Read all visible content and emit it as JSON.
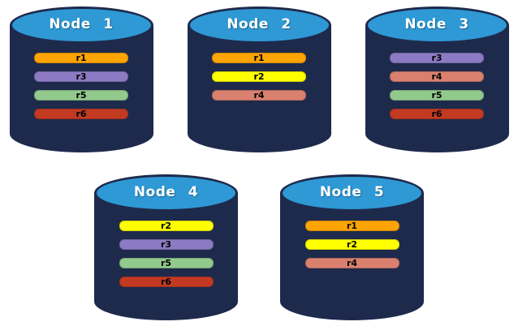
{
  "diagram": {
    "description": "Five database nodes with replicated records r1-r6 distributed across them",
    "background": "#ffffff"
  },
  "colors": {
    "cylinder_body": "#1E2A4C",
    "cylinder_top": "#2E99D5",
    "cylinder_outline": "#1E2A4C",
    "title_text": "#ffffff",
    "bar_text": "#000000"
  },
  "replica_colors": {
    "r1": "#FFA405",
    "r2": "#FFFF00",
    "r3": "#8C7BC4",
    "r4": "#D9806E",
    "r5": "#92C98C",
    "r6": "#C23A22"
  },
  "nodes": [
    {
      "label": "Node 1",
      "replicas": [
        "r1",
        "r3",
        "r5",
        "r6"
      ]
    },
    {
      "label": "Node 2",
      "replicas": [
        "r1",
        "r2",
        "r4"
      ]
    },
    {
      "label": "Node 3",
      "replicas": [
        "r3",
        "r4",
        "r5",
        "r6"
      ]
    },
    {
      "label": "Node 4",
      "replicas": [
        "r2",
        "r3",
        "r5",
        "r6"
      ]
    },
    {
      "label": "Node 5",
      "replicas": [
        "r1",
        "r2",
        "r4"
      ]
    }
  ],
  "layout": {
    "rows": [
      [
        0,
        1,
        2
      ],
      [
        3,
        4
      ]
    ]
  }
}
